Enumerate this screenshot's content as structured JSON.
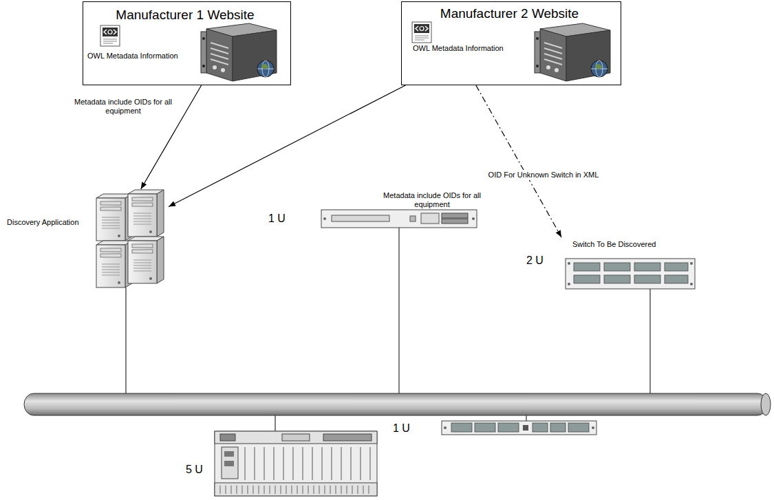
{
  "diagram": {
    "nodes": [
      {
        "text": [
          "Manufacturer 1 Website",
          "OWL Metadata Information"
        ]
      },
      {
        "text": [
          "Manufacturer 2 Website",
          "OWL Metadata Information"
        ]
      },
      {
        "text": [
          "Discovery Application"
        ]
      },
      {
        "text": [
          "1 U"
        ]
      },
      {
        "text": [
          "Switch To Be Discovered",
          "2 U"
        ]
      },
      {
        "text": [
          "5 U"
        ]
      },
      {
        "text": [
          "1 U"
        ]
      }
    ],
    "edges": [
      {
        "from": 0,
        "to": 2,
        "arrow": "to",
        "label": "Metadata include OIDs for all equipment"
      },
      {
        "from": 1,
        "to": 2,
        "arrow": "to",
        "label": "Metadata include OIDs for all equipment"
      },
      {
        "from": 1,
        "to": 4,
        "arrow": "to",
        "label": "OID For Unknown Switch in XML"
      }
    ]
  }
}
